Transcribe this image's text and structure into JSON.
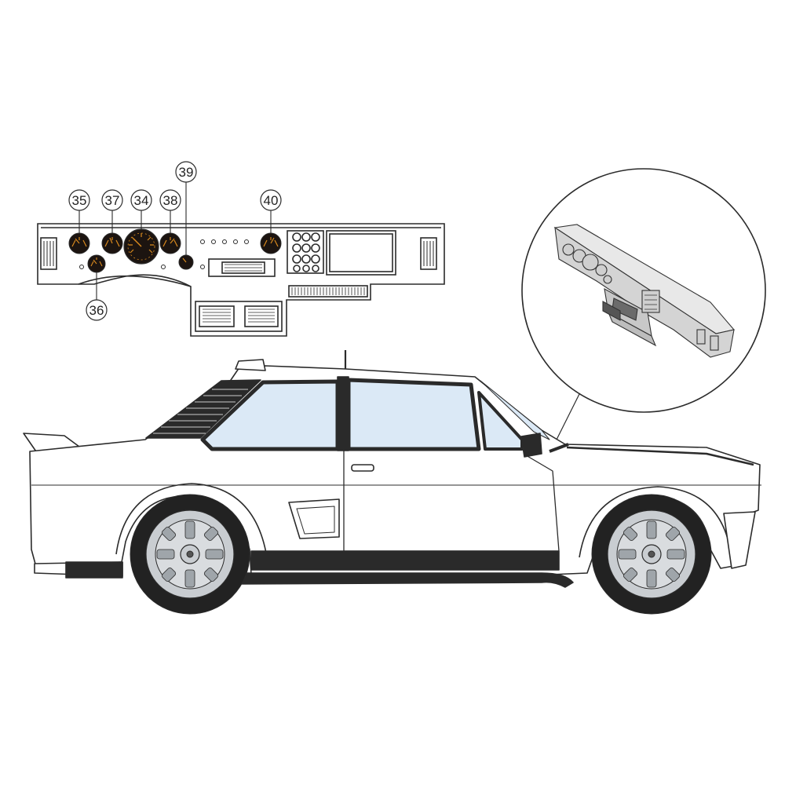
{
  "callouts": [
    {
      "id": "c35",
      "label": "35"
    },
    {
      "id": "c37",
      "label": "37"
    },
    {
      "id": "c34",
      "label": "34"
    },
    {
      "id": "c38",
      "label": "38"
    },
    {
      "id": "c39",
      "label": "39"
    },
    {
      "id": "c40",
      "label": "40"
    },
    {
      "id": "c36",
      "label": "36"
    }
  ],
  "colors": {
    "line": "#2b2b2b",
    "gauge_face": "#1c1410",
    "gauge_marks": "#d98a1e",
    "glass": "#dbe9f6",
    "trim": "#2a2a2a",
    "wheel": "#c9cdd1",
    "tire": "#222222",
    "dash_grey": "#d9d9d9"
  }
}
